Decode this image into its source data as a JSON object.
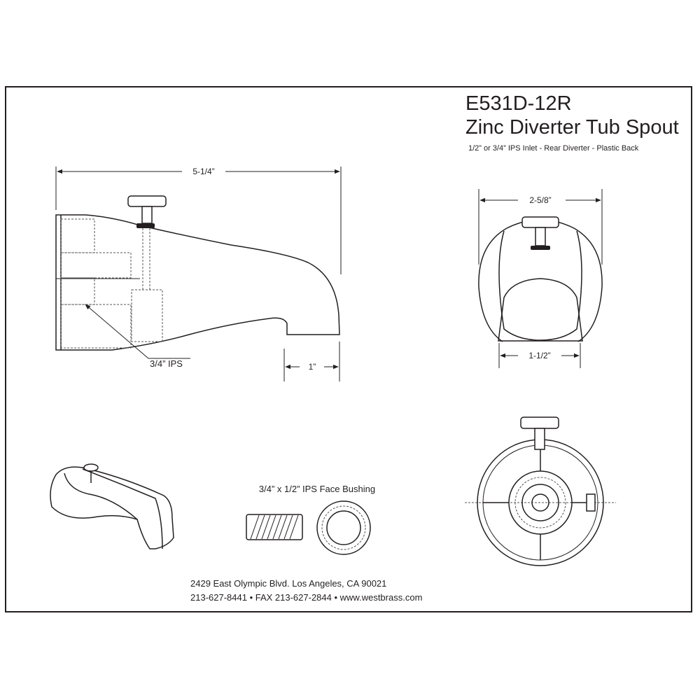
{
  "model": "E531D-12R",
  "product_name": "Zinc Diverter Tub Spout",
  "subtitle": "1/2” or 3/4” IPS Inlet - Rear Diverter - Plastic Back",
  "dimensions": {
    "overall_length": "5-1/4”",
    "outlet_depth": "1”",
    "inlet_label": "3/4” IPS",
    "body_width": "2-5/8”",
    "outlet_width": "1-1/2”"
  },
  "bushing_label": "3/4” x 1/2” IPS Face Bushing",
  "address_line1": "2429 East Olympic Blvd. Los Angeles, CA  90021",
  "address_line2": "213-627-8441 • FAX 213-627-2844 • www.westbrass.com"
}
